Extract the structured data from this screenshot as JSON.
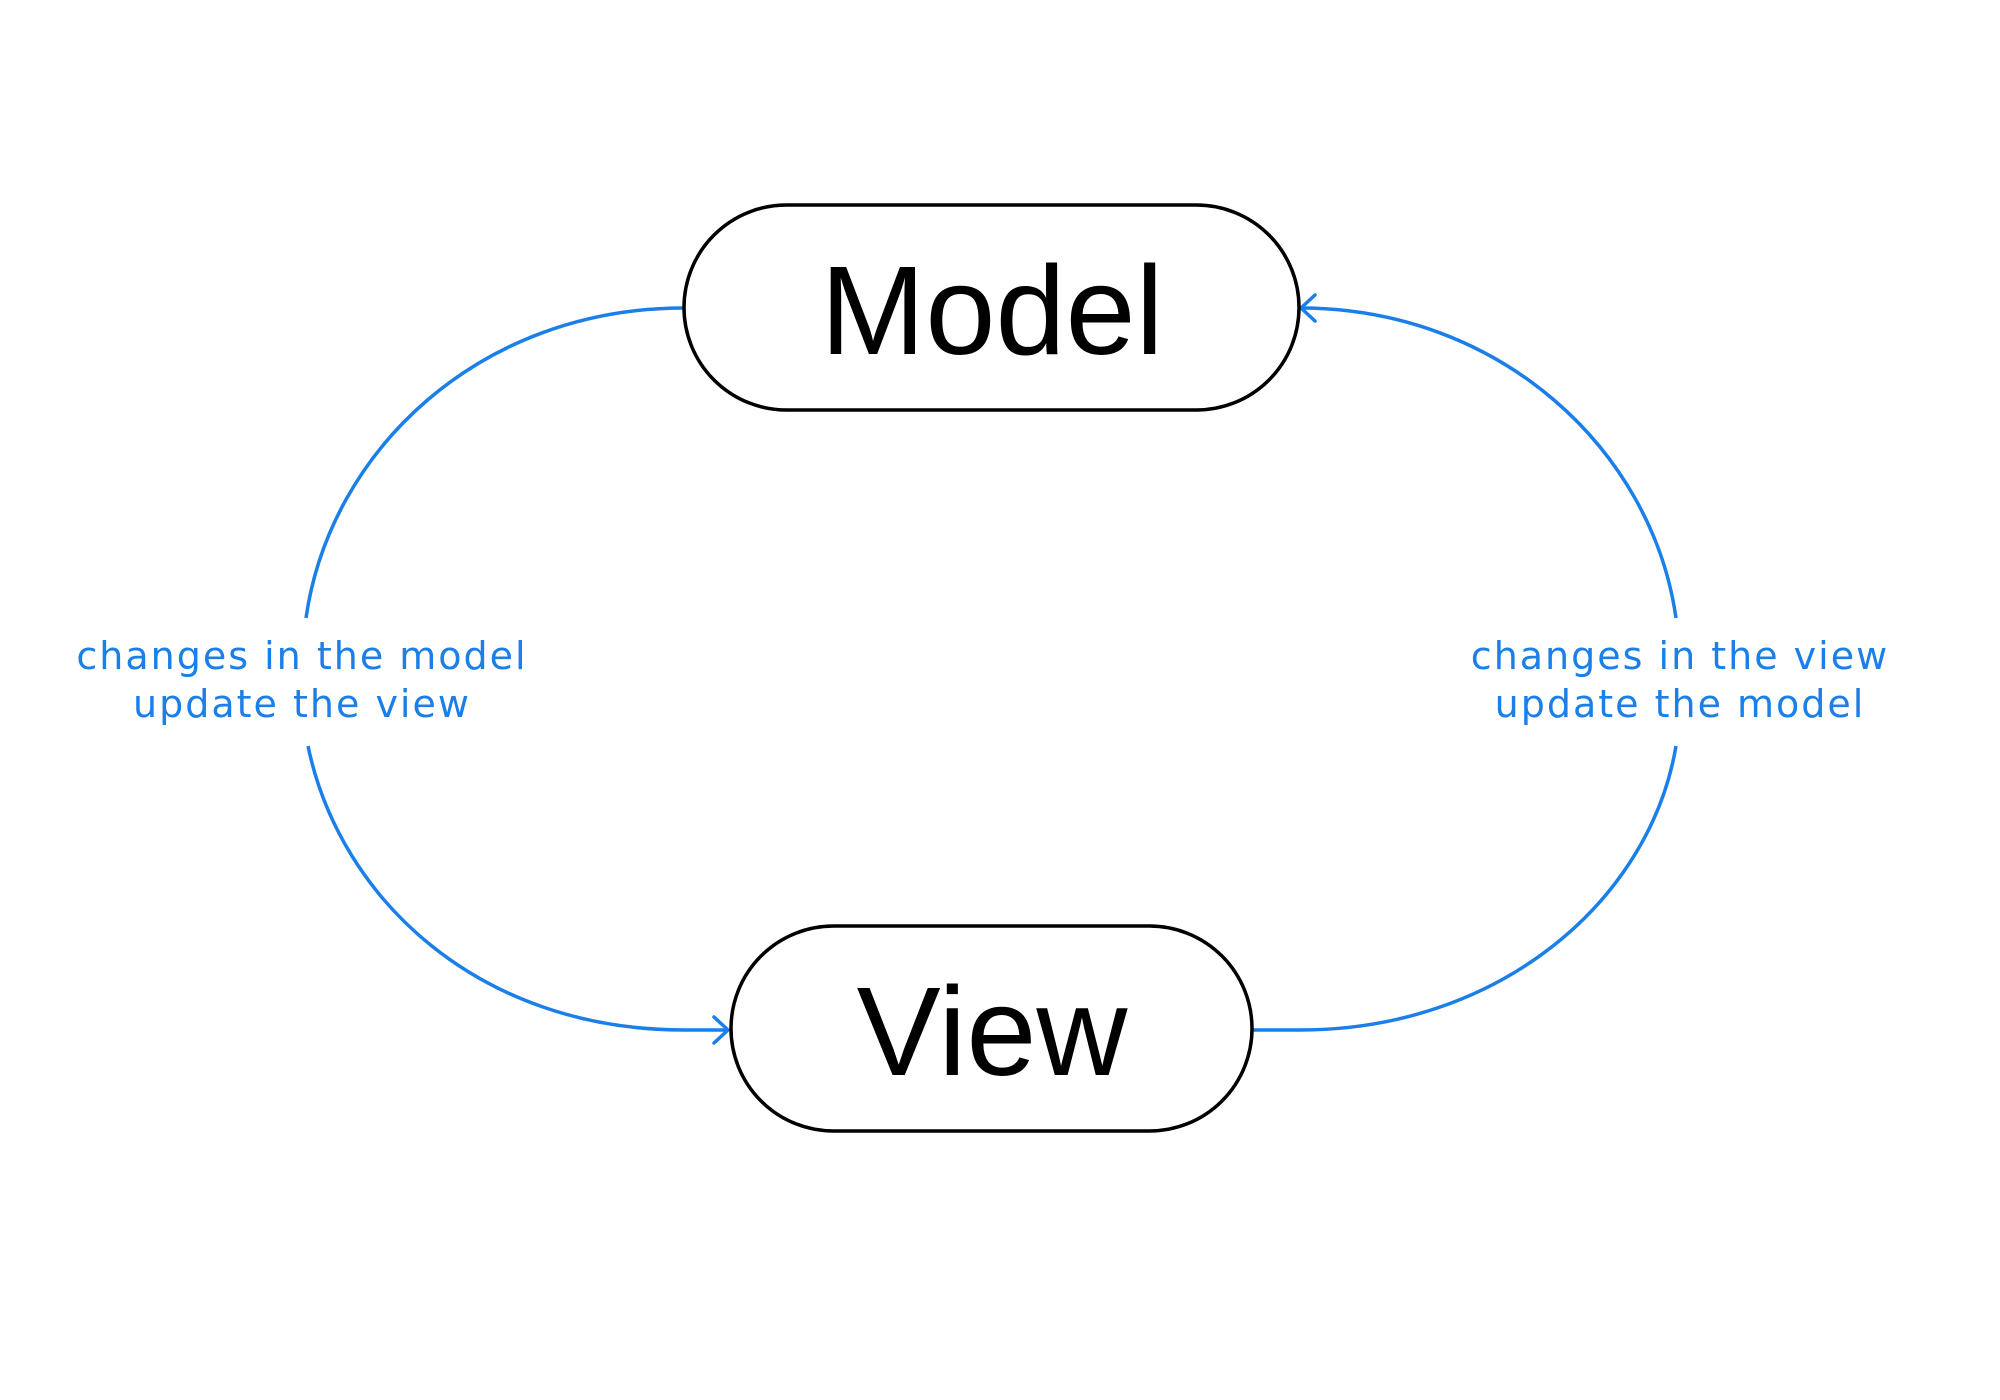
{
  "colors": {
    "background": "#ffffff",
    "node_stroke": "#000000",
    "node_text": "#000000",
    "edge": "#1a7fe8"
  },
  "nodes": {
    "model": {
      "label": "Model"
    },
    "view": {
      "label": "View"
    }
  },
  "edges": {
    "model_to_view": {
      "label_line1": "changes in the model",
      "label_line2": "update the view"
    },
    "view_to_model": {
      "label_line1": "changes in the view",
      "label_line2": "update the model"
    }
  }
}
